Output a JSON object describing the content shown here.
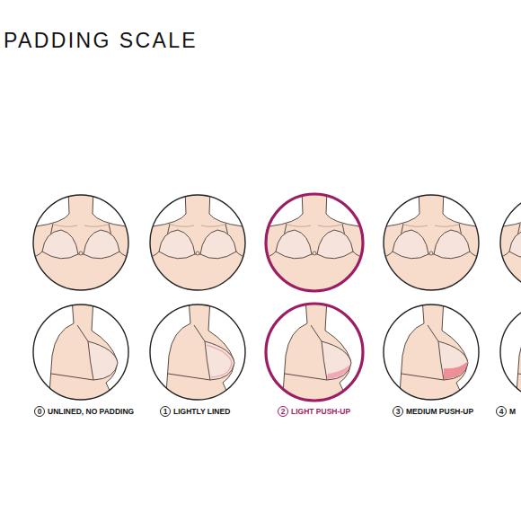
{
  "diagram": {
    "title": "PADDING SCALE",
    "nodes": [
      {
        "text": [
          "0"
        ]
      },
      {
        "text": [
          "1"
        ]
      },
      {
        "text": [
          "2"
        ]
      },
      {
        "text": [
          "3"
        ]
      },
      {
        "text": [
          "4"
        ]
      }
    ],
    "labels": [
      "UNLINED, NO PADDING",
      "LIGHTLY LINED",
      "LIGHT PUSH-UP",
      "MEDIUM PUSH-UP",
      "M"
    ]
  }
}
